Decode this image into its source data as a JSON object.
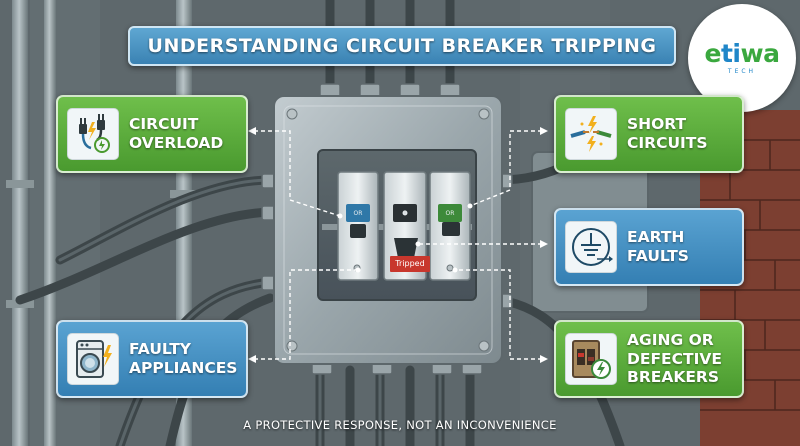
{
  "title": "UNDERSTANDING CIRCUIT BREAKER TRIPPING",
  "logo": {
    "word_green_1": "e",
    "word_blue": "ti",
    "word_green_2": "wa",
    "subtitle": "TECH"
  },
  "causes": {
    "circuit_overload": {
      "label": "CIRCUIT\nOVERLOAD",
      "icon": "plug-overload-icon",
      "color": "#5aa83a"
    },
    "short_circuits": {
      "label": "SHORT\nCIRCUITS",
      "icon": "short-circuit-wire-icon",
      "color": "#5aa83a"
    },
    "earth_faults": {
      "label": "EARTH\nFAULTS",
      "icon": "ground-symbol-icon",
      "color": "#3a86b8"
    },
    "faulty_appliances": {
      "label": "FAULTY\nAPPLIANCES",
      "icon": "washing-machine-icon",
      "color": "#3a86b8"
    },
    "aging_breakers": {
      "label": "AGING OR\nDEFECTIVE\nBREAKERS",
      "icon": "old-breaker-icon",
      "color": "#5aa83a"
    }
  },
  "breaker": {
    "switch_left_label": "OR",
    "switch_middle_label": "O",
    "switch_right_label": "OR",
    "tripped_label": "Tripped"
  },
  "footer": "A PROTECTIVE RESPONSE, NOT AN INCONVENIENCE",
  "colors": {
    "green_box": "#5aa83a",
    "blue_box": "#3a86b8",
    "tripped_red": "#c8372d",
    "brick": "#8a4a3a"
  }
}
